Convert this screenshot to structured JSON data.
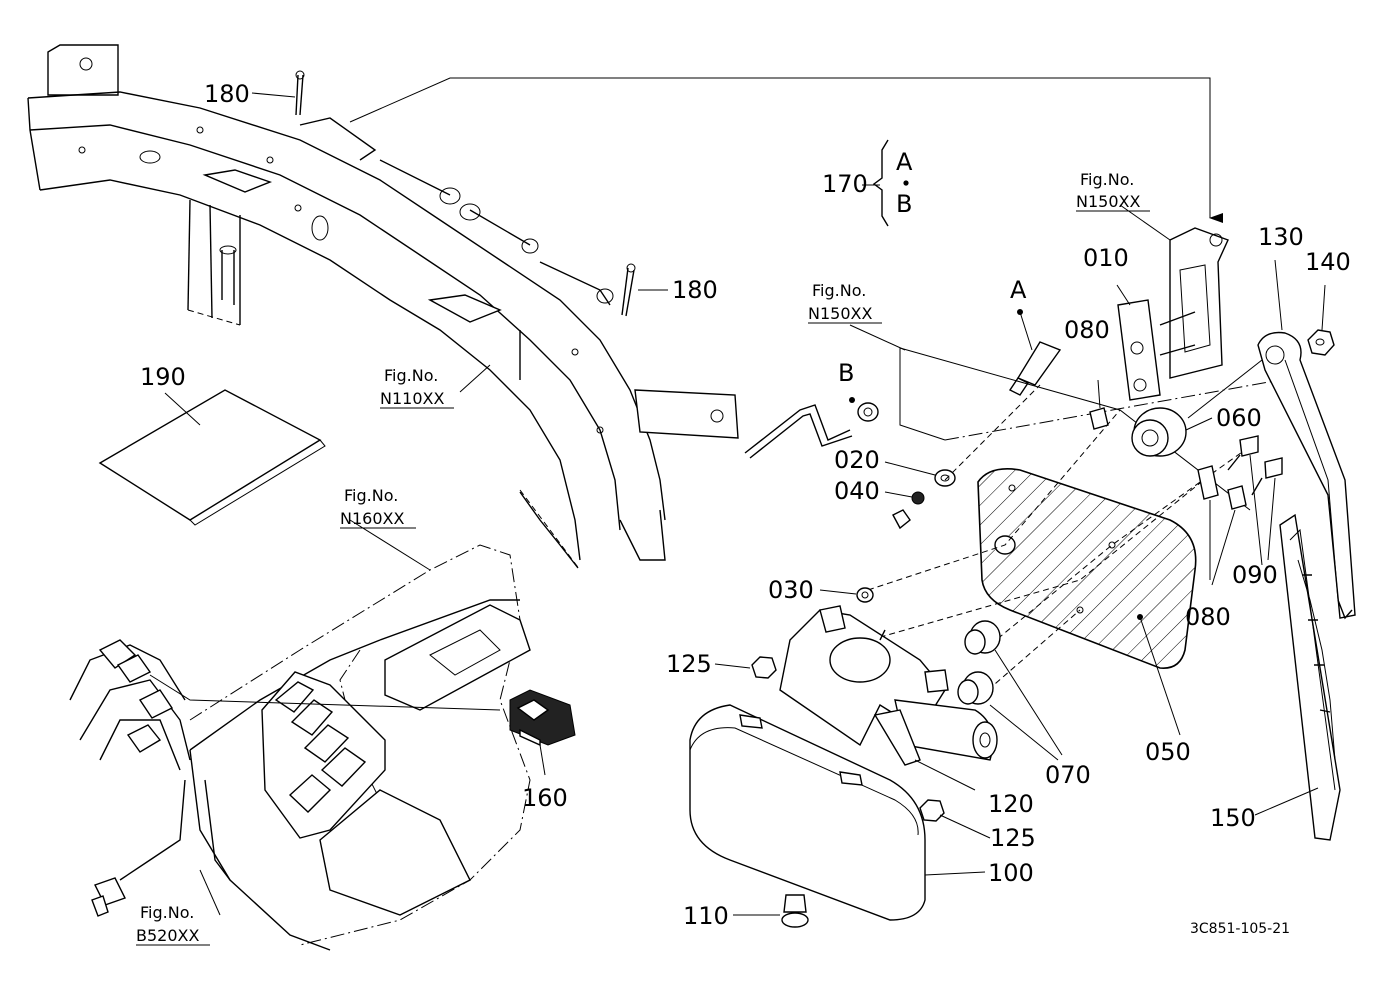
{
  "diagram": {
    "drawing_code": "3C851-105-21",
    "fig_refs": {
      "n150_top": {
        "line1": "Fig.No.",
        "line2": "N150XX"
      },
      "n150_mid": {
        "line1": "Fig.No.",
        "line2": "N150XX"
      },
      "n110": {
        "line1": "Fig.No.",
        "line2": "N110XX"
      },
      "n160": {
        "line1": "Fig.No.",
        "line2": "N160XX"
      },
      "b520": {
        "line1": "Fig.No.",
        "line2": "B520XX"
      }
    },
    "ref_letters": {
      "a": "A",
      "b": "B"
    },
    "kit_170": {
      "number": "170",
      "item_a": "A",
      "item_b": "B"
    },
    "parts": {
      "p010": "010",
      "p020": "020",
      "p030": "030",
      "p040": "040",
      "p050": "050",
      "p060": "060",
      "p070": "070",
      "p080a": "080",
      "p080b": "080",
      "p090": "090",
      "p100": "100",
      "p110": "110",
      "p120": "120",
      "p125a": "125",
      "p125b": "125",
      "p130": "130",
      "p140": "140",
      "p150": "150",
      "p160": "160",
      "p180a": "180",
      "p180b": "180",
      "p190": "190"
    }
  }
}
